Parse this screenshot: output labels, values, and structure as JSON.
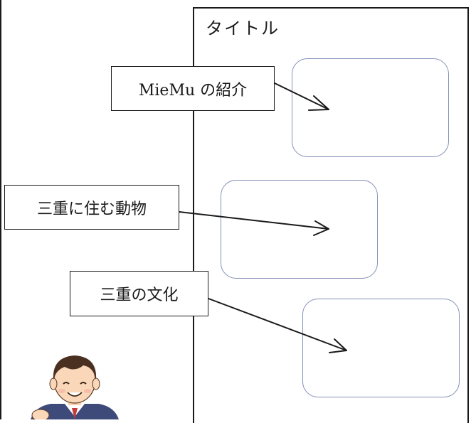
{
  "panel": {
    "title": "タイトル"
  },
  "labels": [
    {
      "text": "MieMu の紹介"
    },
    {
      "text": "三重に住む動物"
    },
    {
      "text": "三重の文化"
    }
  ],
  "colors": {
    "line": "#1a1a1a",
    "placeholder_border": "#8591b8",
    "background": "#ffffff"
  },
  "icons": [
    "arrow-right-icon",
    "character-illustration"
  ]
}
